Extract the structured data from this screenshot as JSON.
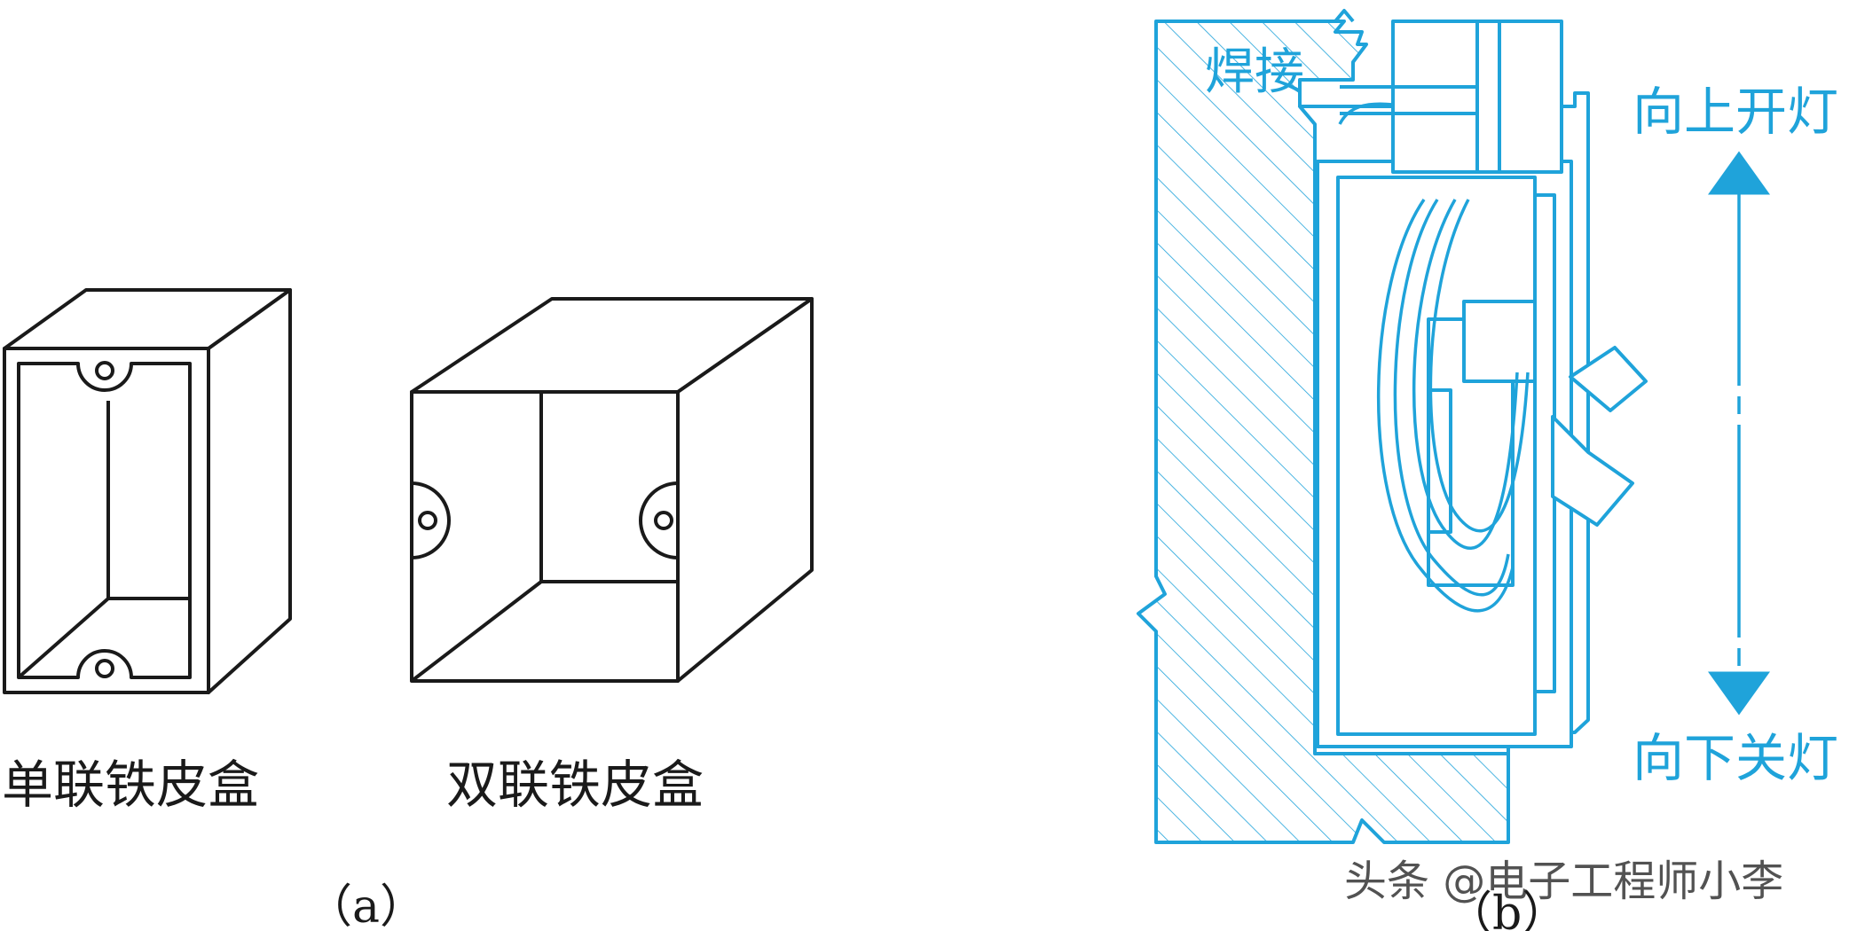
{
  "panel_a": {
    "box1_label": "单联铁皮盒",
    "box2_label": "双联铁皮盒",
    "caption": "（a）"
  },
  "panel_b": {
    "weld_label": "焊接",
    "up_label": "向上开灯",
    "down_label": "向下关灯",
    "caption": "（b）"
  },
  "watermark": "头条 @电子工程师小李",
  "colors": {
    "outline": "#1a1a1a",
    "accent": "#1fa3da"
  }
}
